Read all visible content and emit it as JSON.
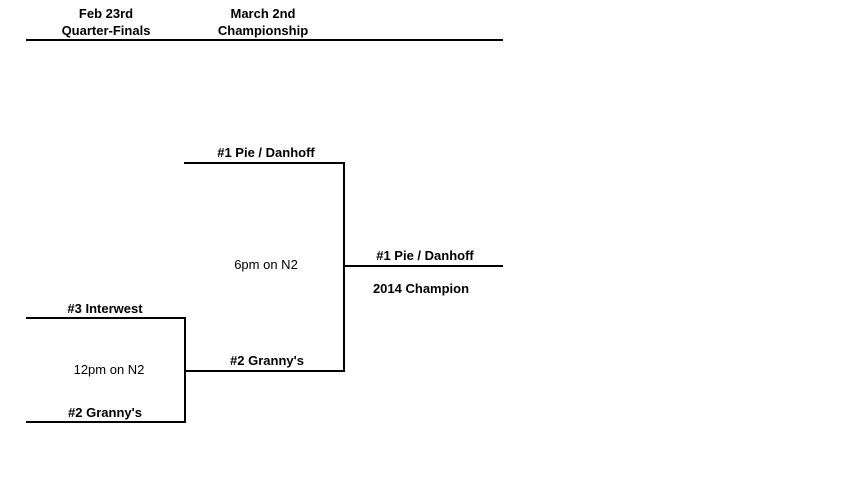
{
  "header": {
    "columns": [
      {
        "date": "Feb 23rd",
        "round": "Quarter-Finals"
      },
      {
        "date": "March 2nd",
        "round": "Championship"
      }
    ]
  },
  "bracket": {
    "quarterfinal": {
      "top_team": "#3 Interwest",
      "time": "12pm on N2",
      "bottom_team": "#2 Granny's"
    },
    "championship": {
      "top_team": "#1 Pie / Danhoff",
      "time": "6pm on N2",
      "bottom_team": "#2 Granny's"
    },
    "result": {
      "winner": "#1 Pie / Danhoff",
      "label": "2014 Champion"
    }
  },
  "colors": {
    "background": "#ffffff",
    "line": "#000000",
    "text": "#000000"
  }
}
